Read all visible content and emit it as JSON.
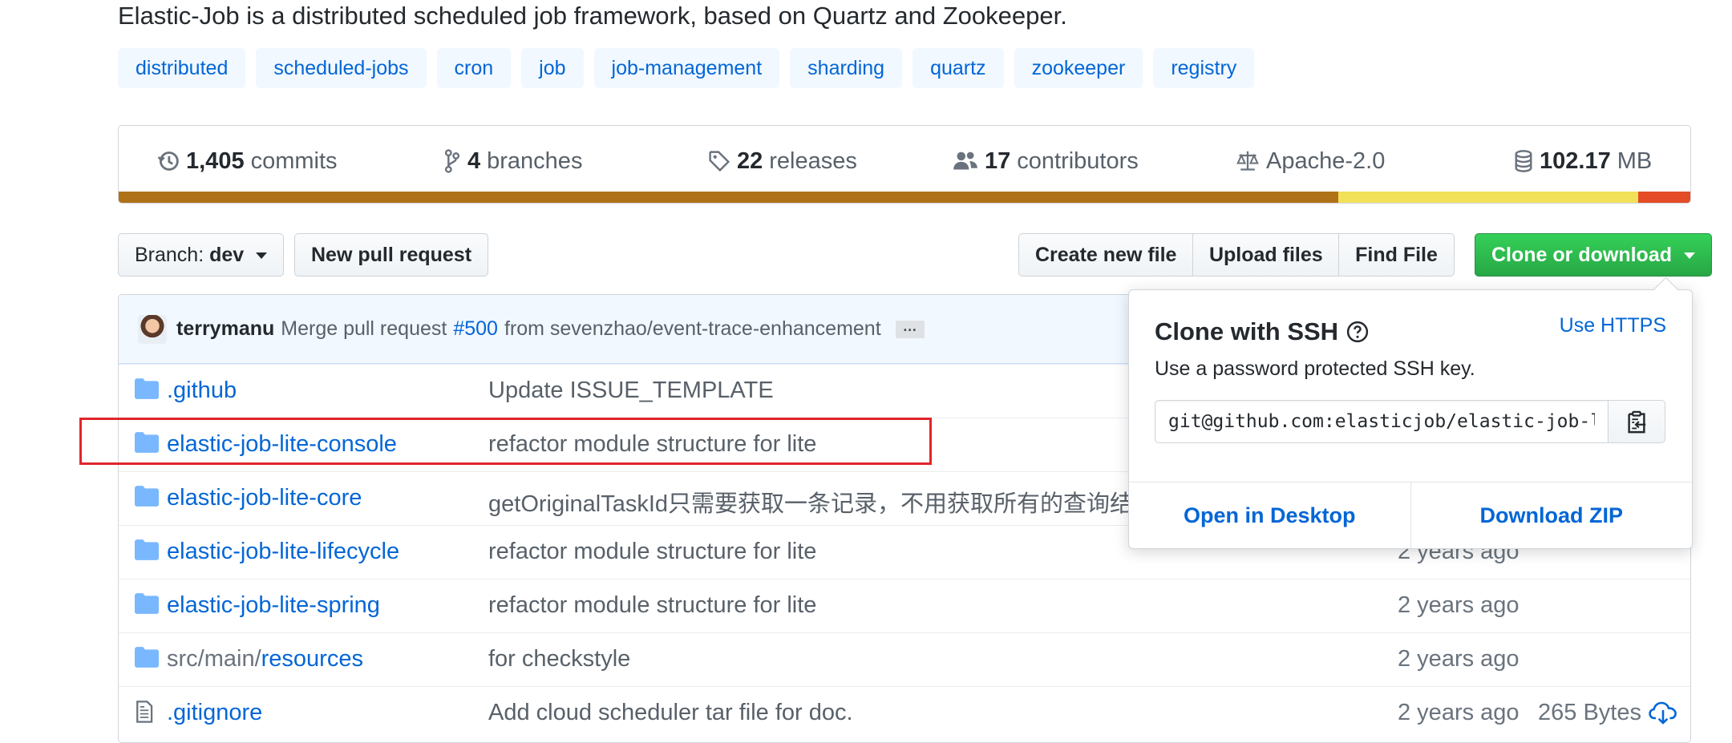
{
  "repo": {
    "description": "Elastic-Job is a distributed scheduled job framework, based on Quartz and Zookeeper.",
    "topics": [
      "distributed",
      "scheduled-jobs",
      "cron",
      "job",
      "job-management",
      "sharding",
      "quartz",
      "zookeeper",
      "registry"
    ]
  },
  "summary": {
    "commits_count": "1,405",
    "commits_label": "commits",
    "branches_count": "4",
    "branches_label": "branches",
    "releases_count": "22",
    "releases_label": "releases",
    "contributors_count": "17",
    "contributors_label": "contributors",
    "license": "Apache-2.0",
    "size_value": "102.17",
    "size_unit": "MB",
    "language_bar": [
      {
        "color": "#b07219",
        "share": 0.776
      },
      {
        "color": "#f1e05a",
        "share": 0.191
      },
      {
        "color": "#e34c26",
        "share": 0.033
      }
    ]
  },
  "toolbar": {
    "branch_prefix": "Branch:",
    "branch_name": "dev",
    "new_pull_request": "New pull request",
    "create_new_file": "Create new file",
    "upload_files": "Upload files",
    "find_file": "Find File",
    "clone_or_download": "Clone or download"
  },
  "latest_commit": {
    "author": "terrymanu",
    "message_prefix": "Merge pull request",
    "pr_number": "#500",
    "message_suffix": "from sevenzhao/event-trace-enhancement",
    "ellipsis": "…"
  },
  "files": [
    {
      "type": "folder",
      "name": ".github",
      "message": "Update ISSUE_TEMPLATE",
      "age": ""
    },
    {
      "type": "folder",
      "name": "elastic-job-lite-console",
      "message": "refactor module structure for lite",
      "age": ""
    },
    {
      "type": "folder",
      "name": "elastic-job-lite-core",
      "message": "getOriginalTaskId只需要获取一条记录，不用获取所有的查询结",
      "age": ""
    },
    {
      "type": "folder",
      "name": "elastic-job-lite-lifecycle",
      "message": "refactor module structure for lite",
      "age": "2 years ago"
    },
    {
      "type": "folder",
      "name": "elastic-job-lite-spring",
      "message": "refactor module structure for lite",
      "age": "2 years ago"
    },
    {
      "type": "folder",
      "name_prefix": "src/main/",
      "name": "resources",
      "message": "for checkstyle",
      "age": "2 years ago"
    },
    {
      "type": "file",
      "name": ".gitignore",
      "message": "Add cloud scheduler tar file for doc.",
      "age": "2 years ago",
      "size": "265 Bytes"
    }
  ],
  "clone_popover": {
    "title": "Clone with SSH",
    "use_https": "Use HTTPS",
    "description": "Use a password protected SSH key.",
    "ssh_url": "git@github.com:elasticjob/elastic-job-lite.git",
    "open_in_desktop": "Open in Desktop",
    "download_zip": "Download ZIP"
  }
}
